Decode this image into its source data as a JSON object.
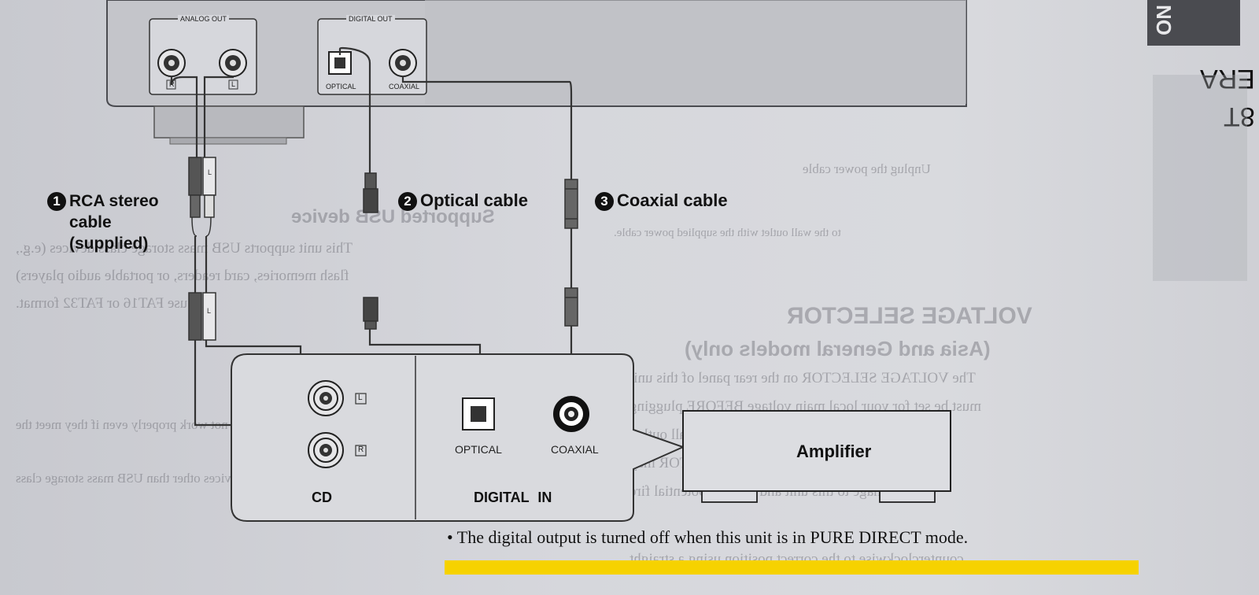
{
  "unit": {
    "analog_out": "ANALOG OUT",
    "digital_out": "DIGITAL OUT",
    "jack_r": "R",
    "jack_l": "L",
    "optical": "OPTICAL",
    "coaxial": "COAXIAL"
  },
  "cables": {
    "rca_num": "1",
    "rca_line1": "RCA stereo",
    "rca_line2": "cable",
    "rca_line3": "(supplied)",
    "optical_num": "2",
    "optical_label": "Optical cable",
    "coaxial_num": "3",
    "coaxial_label": "Coaxial cable"
  },
  "amp_panel": {
    "l": "L",
    "r": "R",
    "optical": "OPTICAL",
    "coaxial": "COAXIAL",
    "cd": "CD",
    "digital_in": "DIGITAL IN",
    "amplifier": "Amplifier"
  },
  "note": "• The digital output is turned off when this unit is in PURE DIRECT mode.",
  "edge_tab": "NO",
  "edge_text": [
    "ERA",
    "8T"
  ],
  "highlight_color": "#f6d200"
}
